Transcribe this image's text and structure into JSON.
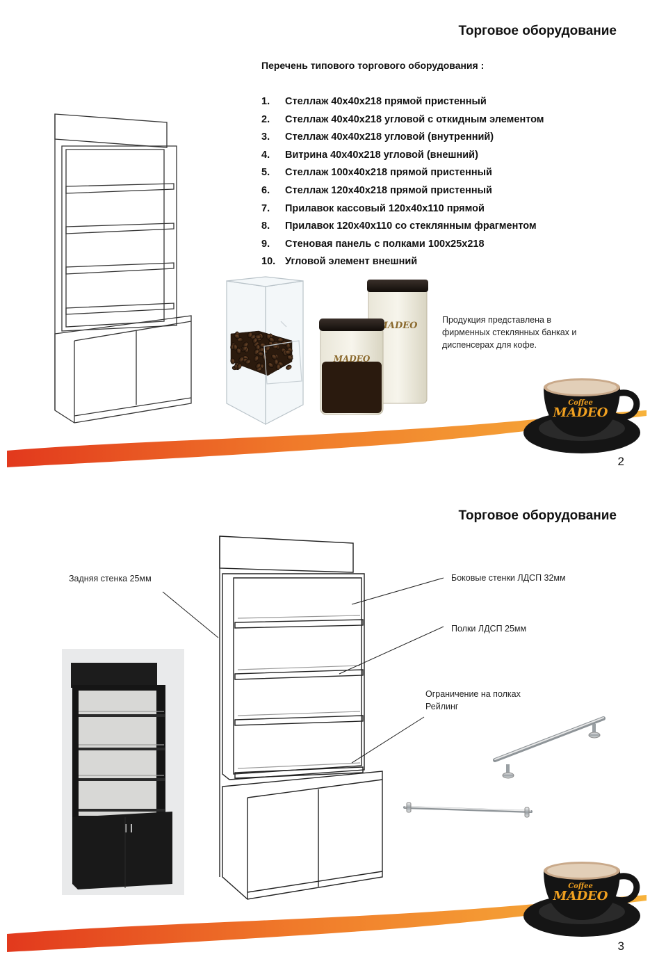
{
  "pages": [
    {
      "title": "Торговое оборудование",
      "list_title": "Перечень типового торгового оборудования :",
      "items": [
        {
          "num": "1.",
          "text": "Стеллаж 40х40х218  прямой пристенный"
        },
        {
          "num": "2.",
          "text": "Стеллаж 40х40х218  угловой с откидным элементом"
        },
        {
          "num": "3.",
          "text": "Стеллаж 40х40х218  угловой (внутренний)"
        },
        {
          "num": "4.",
          "text": "Витрина 40х40х218     угловой (внешний)"
        },
        {
          "num": "5.",
          "text": "Стеллаж 100х40х218  прямой пристенный"
        },
        {
          "num": "6.",
          "text": "Стеллаж 120х40х218  прямой пристенный"
        },
        {
          "num": "7.",
          "text": "Прилавок кассовый 120х40х110 прямой"
        },
        {
          "num": "8.",
          "text": "Прилавок 120х40х110  со стеклянным фрагментом"
        },
        {
          "num": "9.",
          "text": "Стеновая панель с полками 100х25х218"
        },
        {
          "num": "10.",
          "text": "Угловой элемент  внешний"
        }
      ],
      "note": "Продукция представлена в фирменных стеклянных банках и диспенсерах для кофе.",
      "jar_brand": "MADEO",
      "page_number": "2"
    },
    {
      "title": "Торговое оборудование",
      "labels": {
        "back_wall": "Задняя стенка 25мм",
        "side_walls": "Боковые стенки  ЛДСП 32мм",
        "shelves": "Полки ЛДСП 25мм",
        "limit_line1": "Ограничение на полках",
        "limit_line2": "Рейлинг"
      },
      "page_number": "3"
    }
  ],
  "logo": {
    "line1": "Coffee",
    "line2": "MADEO"
  },
  "colors": {
    "swoosh_dark": "#e2391d",
    "swoosh_light": "#f7b23b",
    "cup": "#141414",
    "logo_text": "#f0a020"
  }
}
